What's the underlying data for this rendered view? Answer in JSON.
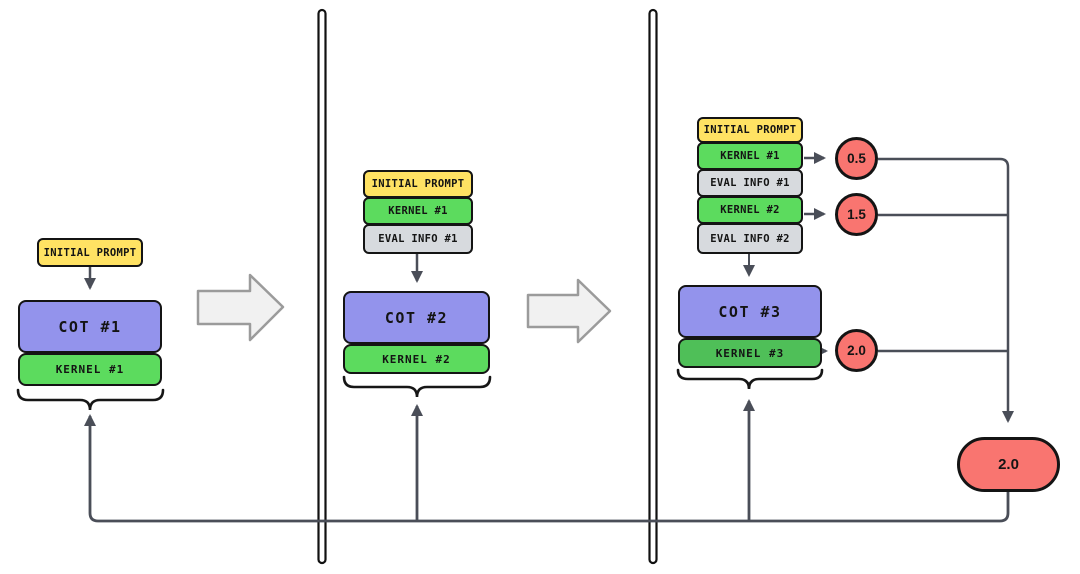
{
  "diagram_type": "iterative-kernel-refinement-flow",
  "panels": [
    {
      "id": "iteration-1",
      "context_stack": [
        {
          "label": "INITIAL PROMPT",
          "type": "prompt"
        }
      ],
      "cot_label": "COT #1",
      "kernel_label": "KERNEL #1"
    },
    {
      "id": "iteration-2",
      "context_stack": [
        {
          "label": "INITIAL PROMPT",
          "type": "prompt"
        },
        {
          "label": "KERNEL #1",
          "type": "kernel"
        },
        {
          "label": "EVAL INFO #1",
          "type": "eval"
        }
      ],
      "cot_label": "COT #2",
      "kernel_label": "KERNEL #2"
    },
    {
      "id": "iteration-3",
      "context_stack": [
        {
          "label": "INITIAL PROMPT",
          "type": "prompt"
        },
        {
          "label": "KERNEL #1",
          "type": "kernel"
        },
        {
          "label": "EVAL INFO #1",
          "type": "eval"
        },
        {
          "label": "KERNEL #2",
          "type": "kernel"
        },
        {
          "label": "EVAL INFO #2",
          "type": "eval"
        }
      ],
      "cot_label": "COT #3",
      "kernel_label": "KERNEL #3"
    }
  ],
  "scores": {
    "kernel_1": "0.5",
    "kernel_2": "1.5",
    "kernel_3": "2.0",
    "final": "2.0"
  },
  "colors": {
    "prompt_yellow": "#ffe263",
    "kernel_green": "#5cdb5e",
    "kernel_green_dark": "#4fbf58",
    "cot_purple": "#9393ec",
    "eval_gray": "#d7dade",
    "score_red": "#f97570",
    "connector": "#4a4e58",
    "box_border": "#141414",
    "block_arrow_fill": "#f1f1f1",
    "block_arrow_stroke": "#9b9b9b",
    "background": "#ffffff"
  }
}
